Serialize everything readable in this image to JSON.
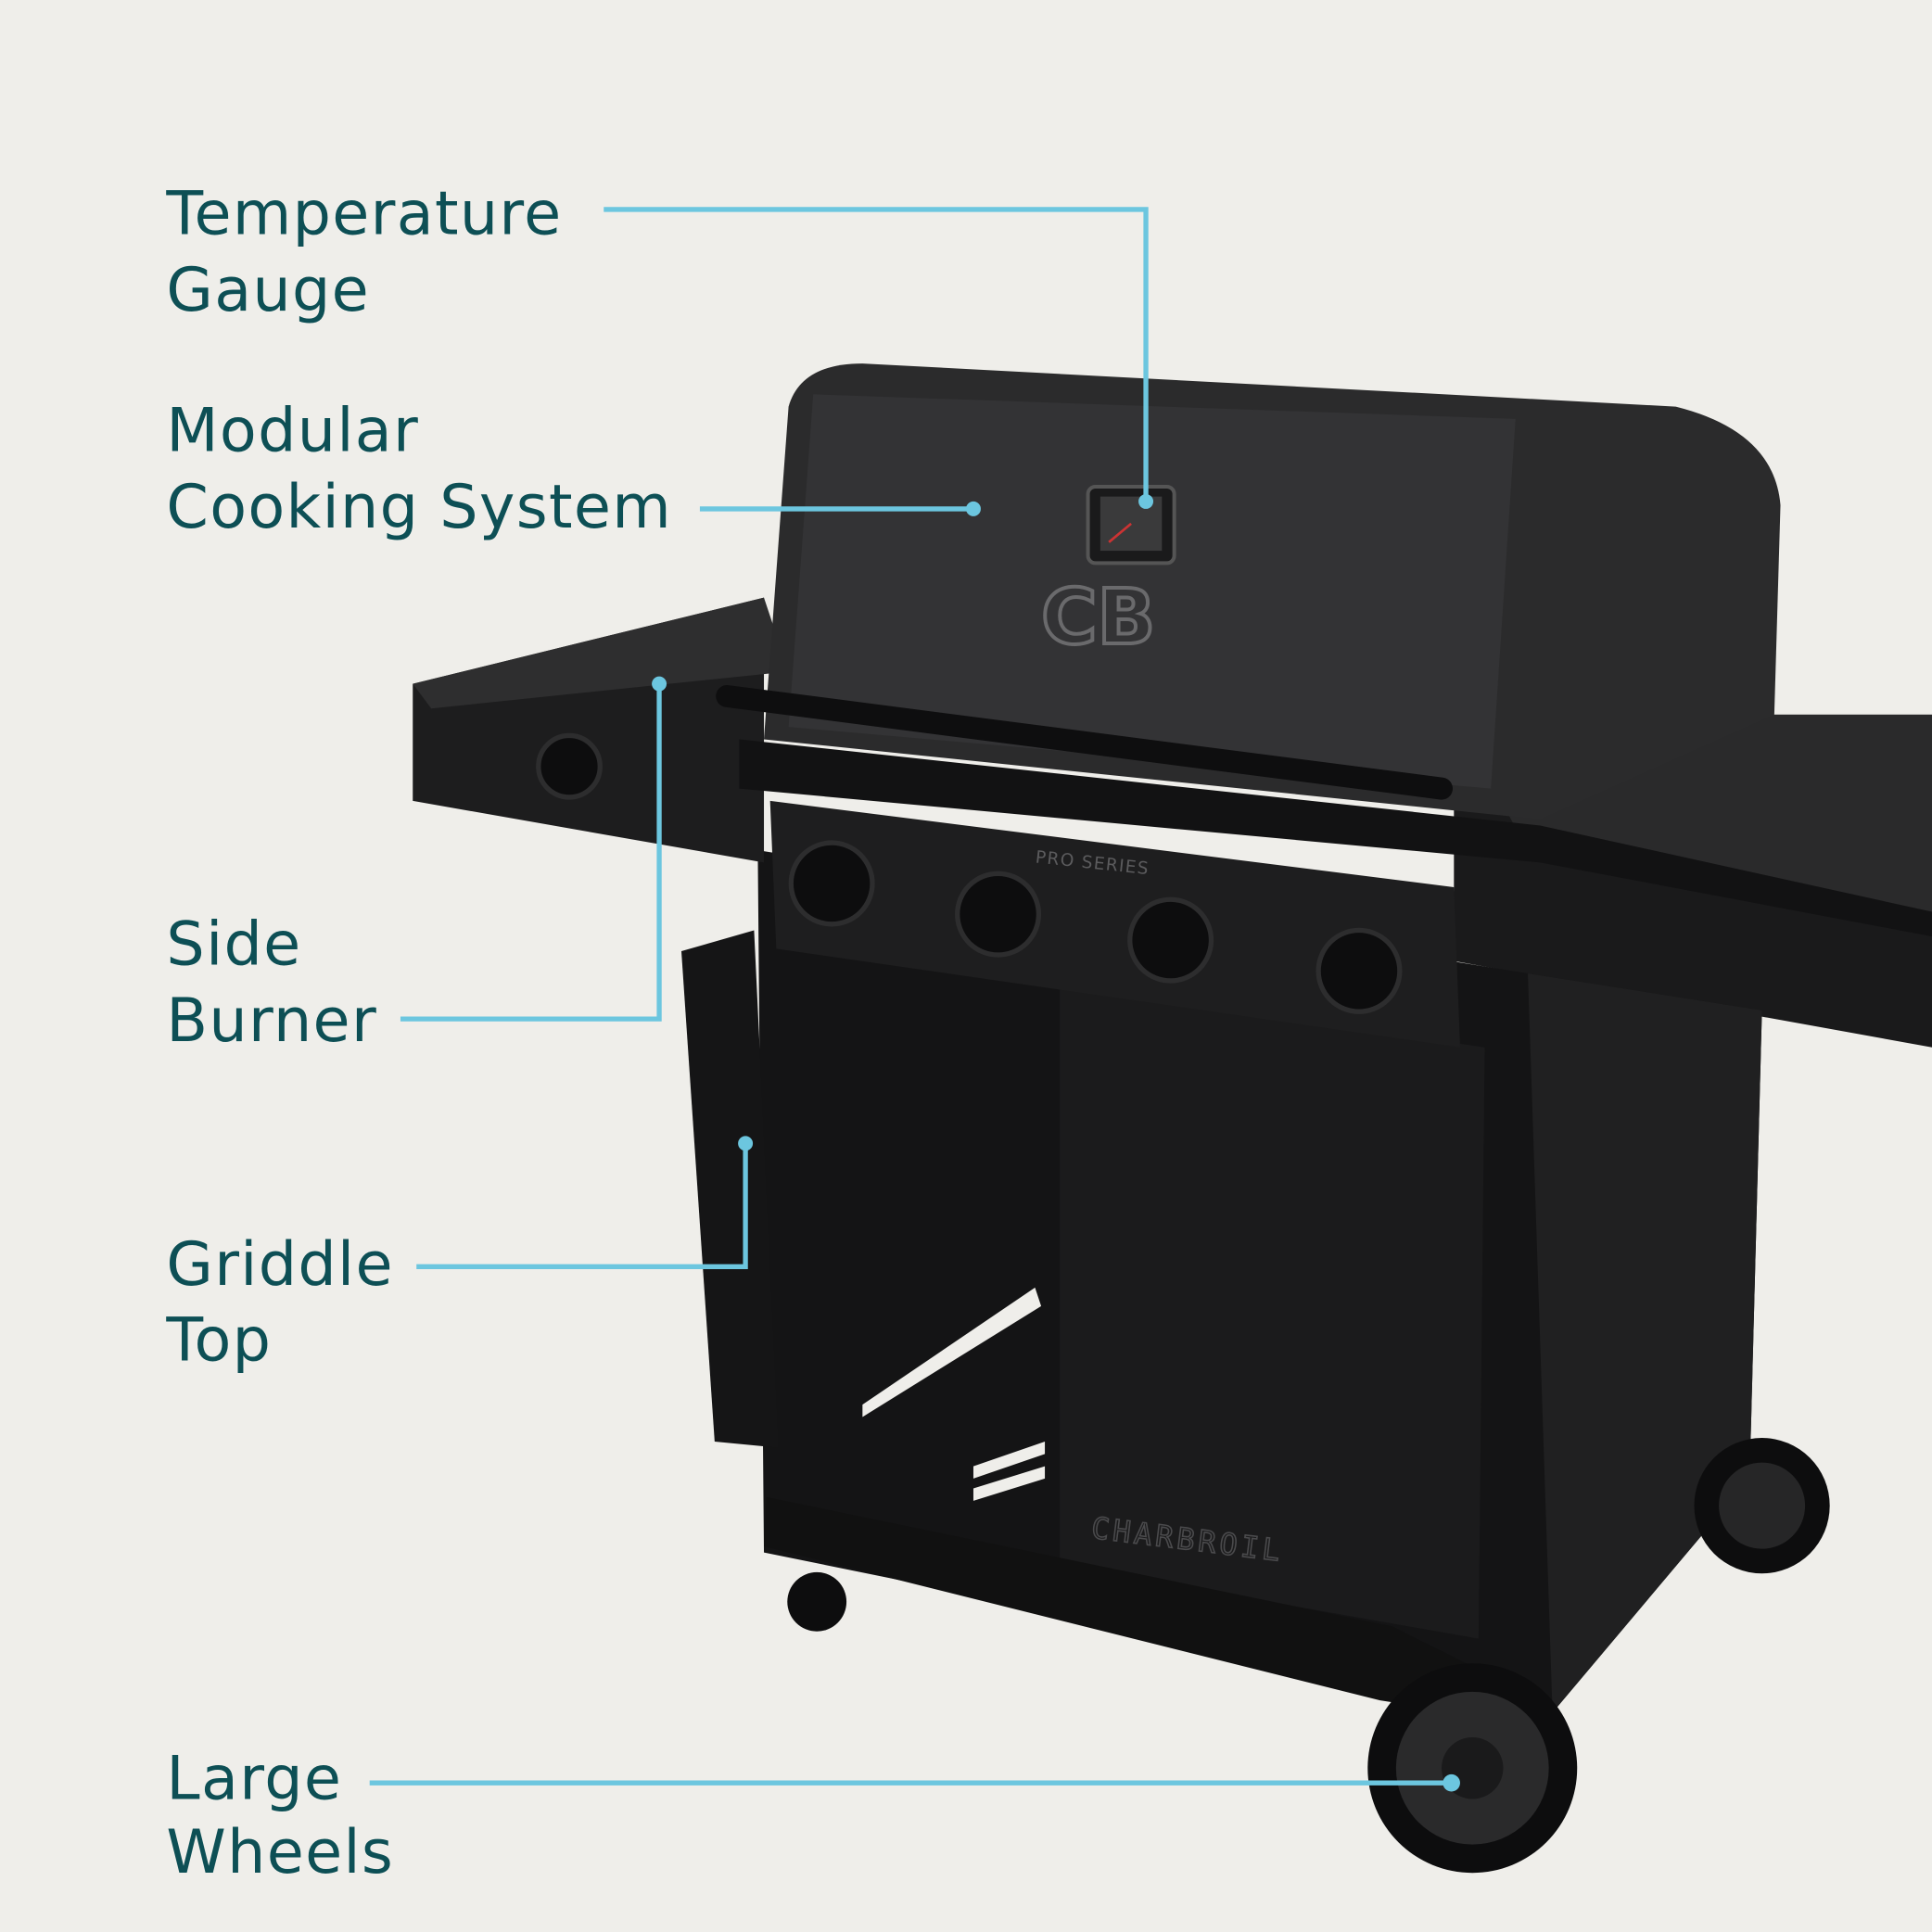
{
  "callouts": [
    {
      "line1": "Temperature",
      "line2": "Gauge"
    },
    {
      "line1": "Modular",
      "line2": "Cooking System"
    },
    {
      "line1": "Side",
      "line2": "Burner"
    },
    {
      "line1": "Griddle",
      "line2": "Top"
    },
    {
      "line1": "Large",
      "line2": "Wheels"
    }
  ],
  "product": {
    "logo": "CB",
    "control_panel_text": "PRO SERIES",
    "brand_text": "CHARBROIL"
  },
  "colors": {
    "background": "#efeeea",
    "label_text": "#0d4f55",
    "callout_line": "#6cc6df",
    "grill_body": "#1c1c1d"
  }
}
